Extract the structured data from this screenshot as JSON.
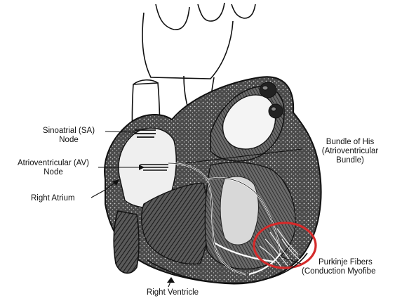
{
  "labels": {
    "sa_node": {
      "line1": "Sinoatrial (SA)",
      "line2": "Node"
    },
    "av_node": {
      "line1": "Atrioventricular (AV)",
      "line2": "Node"
    },
    "right_atrium": "Right Atrium",
    "bundle_of_his": {
      "line1": "Bundle of His",
      "line2": "(Atrioventricular",
      "line3": "Bundle)"
    },
    "purkinje": {
      "line1": "Purkinje Fibers",
      "line2": "(Conduction Myofibe"
    },
    "right_ventricle": "Right Ventricle"
  },
  "colors": {
    "ink": "#111111",
    "dark_fill": "#3a3a3a",
    "highlight_circle": "#d42a2a"
  }
}
